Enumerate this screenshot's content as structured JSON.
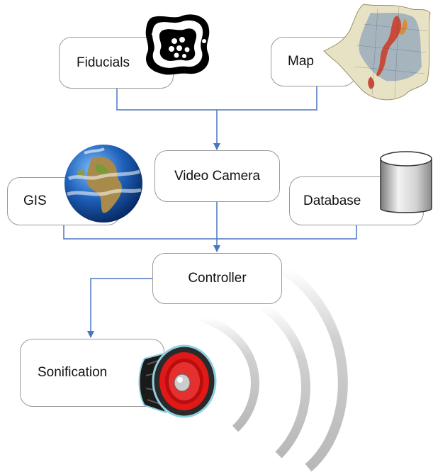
{
  "nodes": {
    "fiducials": "Fiducials",
    "map": "Map",
    "video_camera": "Video Camera",
    "gis": "GIS",
    "database": "Database",
    "controller": "Controller",
    "sonification": "Sonification"
  },
  "colors": {
    "connector": "#4a76c0",
    "box_border": "#9a9a9a",
    "wave": "#c8c8c8",
    "speaker_cone": "#e01818"
  },
  "icons": {
    "fiducials": "fiducial-marker-icon",
    "map": "paper-map-icon",
    "gis": "earth-globe-icon",
    "database": "database-cylinder-icon",
    "sonification": "speaker-icon"
  }
}
